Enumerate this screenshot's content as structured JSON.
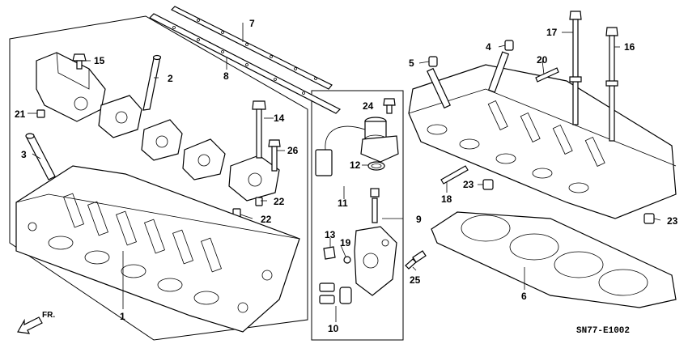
{
  "diagram": {
    "callouts": [
      {
        "id": "c1",
        "text": "1"
      },
      {
        "id": "c2",
        "text": "2"
      },
      {
        "id": "c3",
        "text": "3"
      },
      {
        "id": "c4",
        "text": "4"
      },
      {
        "id": "c5",
        "text": "5"
      },
      {
        "id": "c6",
        "text": "6"
      },
      {
        "id": "c7",
        "text": "7"
      },
      {
        "id": "c8",
        "text": "8"
      },
      {
        "id": "c9",
        "text": "9"
      },
      {
        "id": "c10",
        "text": "10"
      },
      {
        "id": "c11",
        "text": "11"
      },
      {
        "id": "c12",
        "text": "12"
      },
      {
        "id": "c13",
        "text": "13"
      },
      {
        "id": "c14",
        "text": "14"
      },
      {
        "id": "c15",
        "text": "15"
      },
      {
        "id": "c16",
        "text": "16"
      },
      {
        "id": "c17",
        "text": "17"
      },
      {
        "id": "c18",
        "text": "18"
      },
      {
        "id": "c19",
        "text": "19"
      },
      {
        "id": "c20",
        "text": "20"
      },
      {
        "id": "c21",
        "text": "21"
      },
      {
        "id": "c22a",
        "text": "22"
      },
      {
        "id": "c22b",
        "text": "22"
      },
      {
        "id": "c23a",
        "text": "23"
      },
      {
        "id": "c23b",
        "text": "23"
      },
      {
        "id": "c24",
        "text": "24"
      },
      {
        "id": "c25",
        "text": "25"
      },
      {
        "id": "c26",
        "text": "26"
      }
    ],
    "front_indicator": "FR.",
    "diagram_code": "SN77-E1002"
  }
}
